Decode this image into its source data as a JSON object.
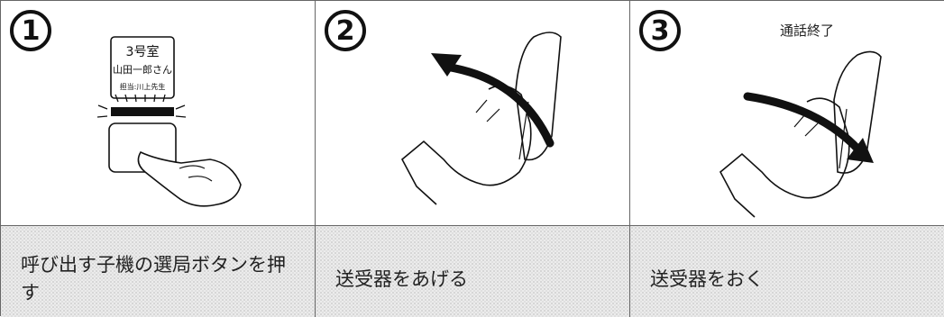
{
  "steps": [
    {
      "number": "1",
      "card": {
        "room": "3号室",
        "name": "山田一郎さん",
        "charge": "担当:川上先生"
      },
      "caption": "呼び出す子機の選局ボタンを押す"
    },
    {
      "number": "2",
      "caption": "送受器をあげる"
    },
    {
      "number": "3",
      "label": "通話終了",
      "caption": "送受器をおく"
    }
  ]
}
